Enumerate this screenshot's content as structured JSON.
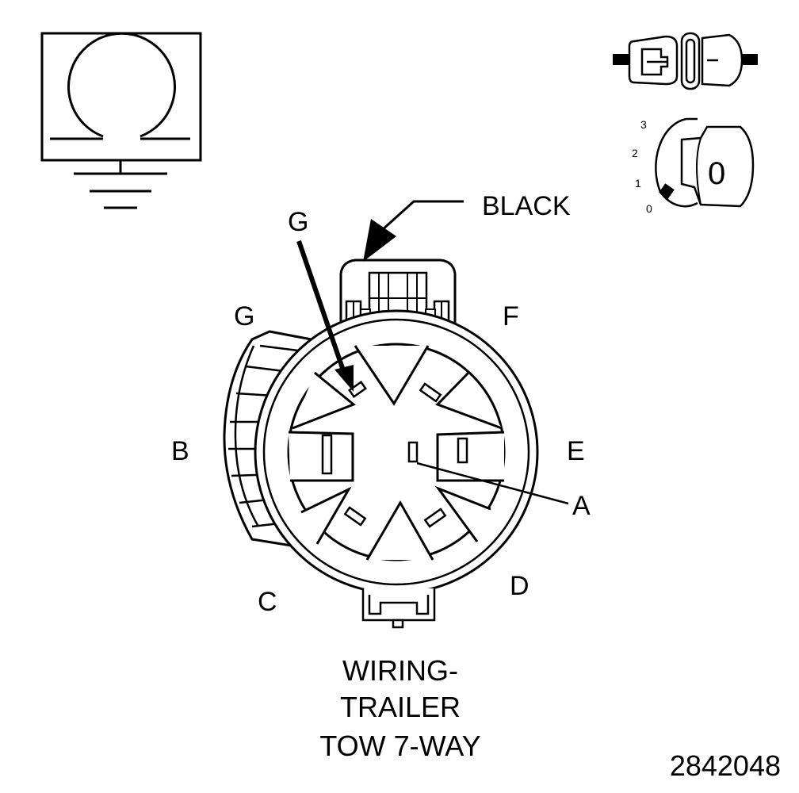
{
  "pins": {
    "a": "A",
    "b": "B",
    "c": "C",
    "d": "D",
    "e": "E",
    "f": "F",
    "g": "G",
    "g_terminal": "G"
  },
  "connector_color": "BLACK",
  "title_lines": [
    "WIRING-",
    "TRAILER",
    "TOW 7-WAY"
  ],
  "figure_number": "2842048",
  "ignition_positions": [
    "3",
    "2",
    "1",
    "0"
  ],
  "ignition_key_label": "0",
  "colors": {
    "ink": "#000000",
    "paper": "#ffffff"
  }
}
